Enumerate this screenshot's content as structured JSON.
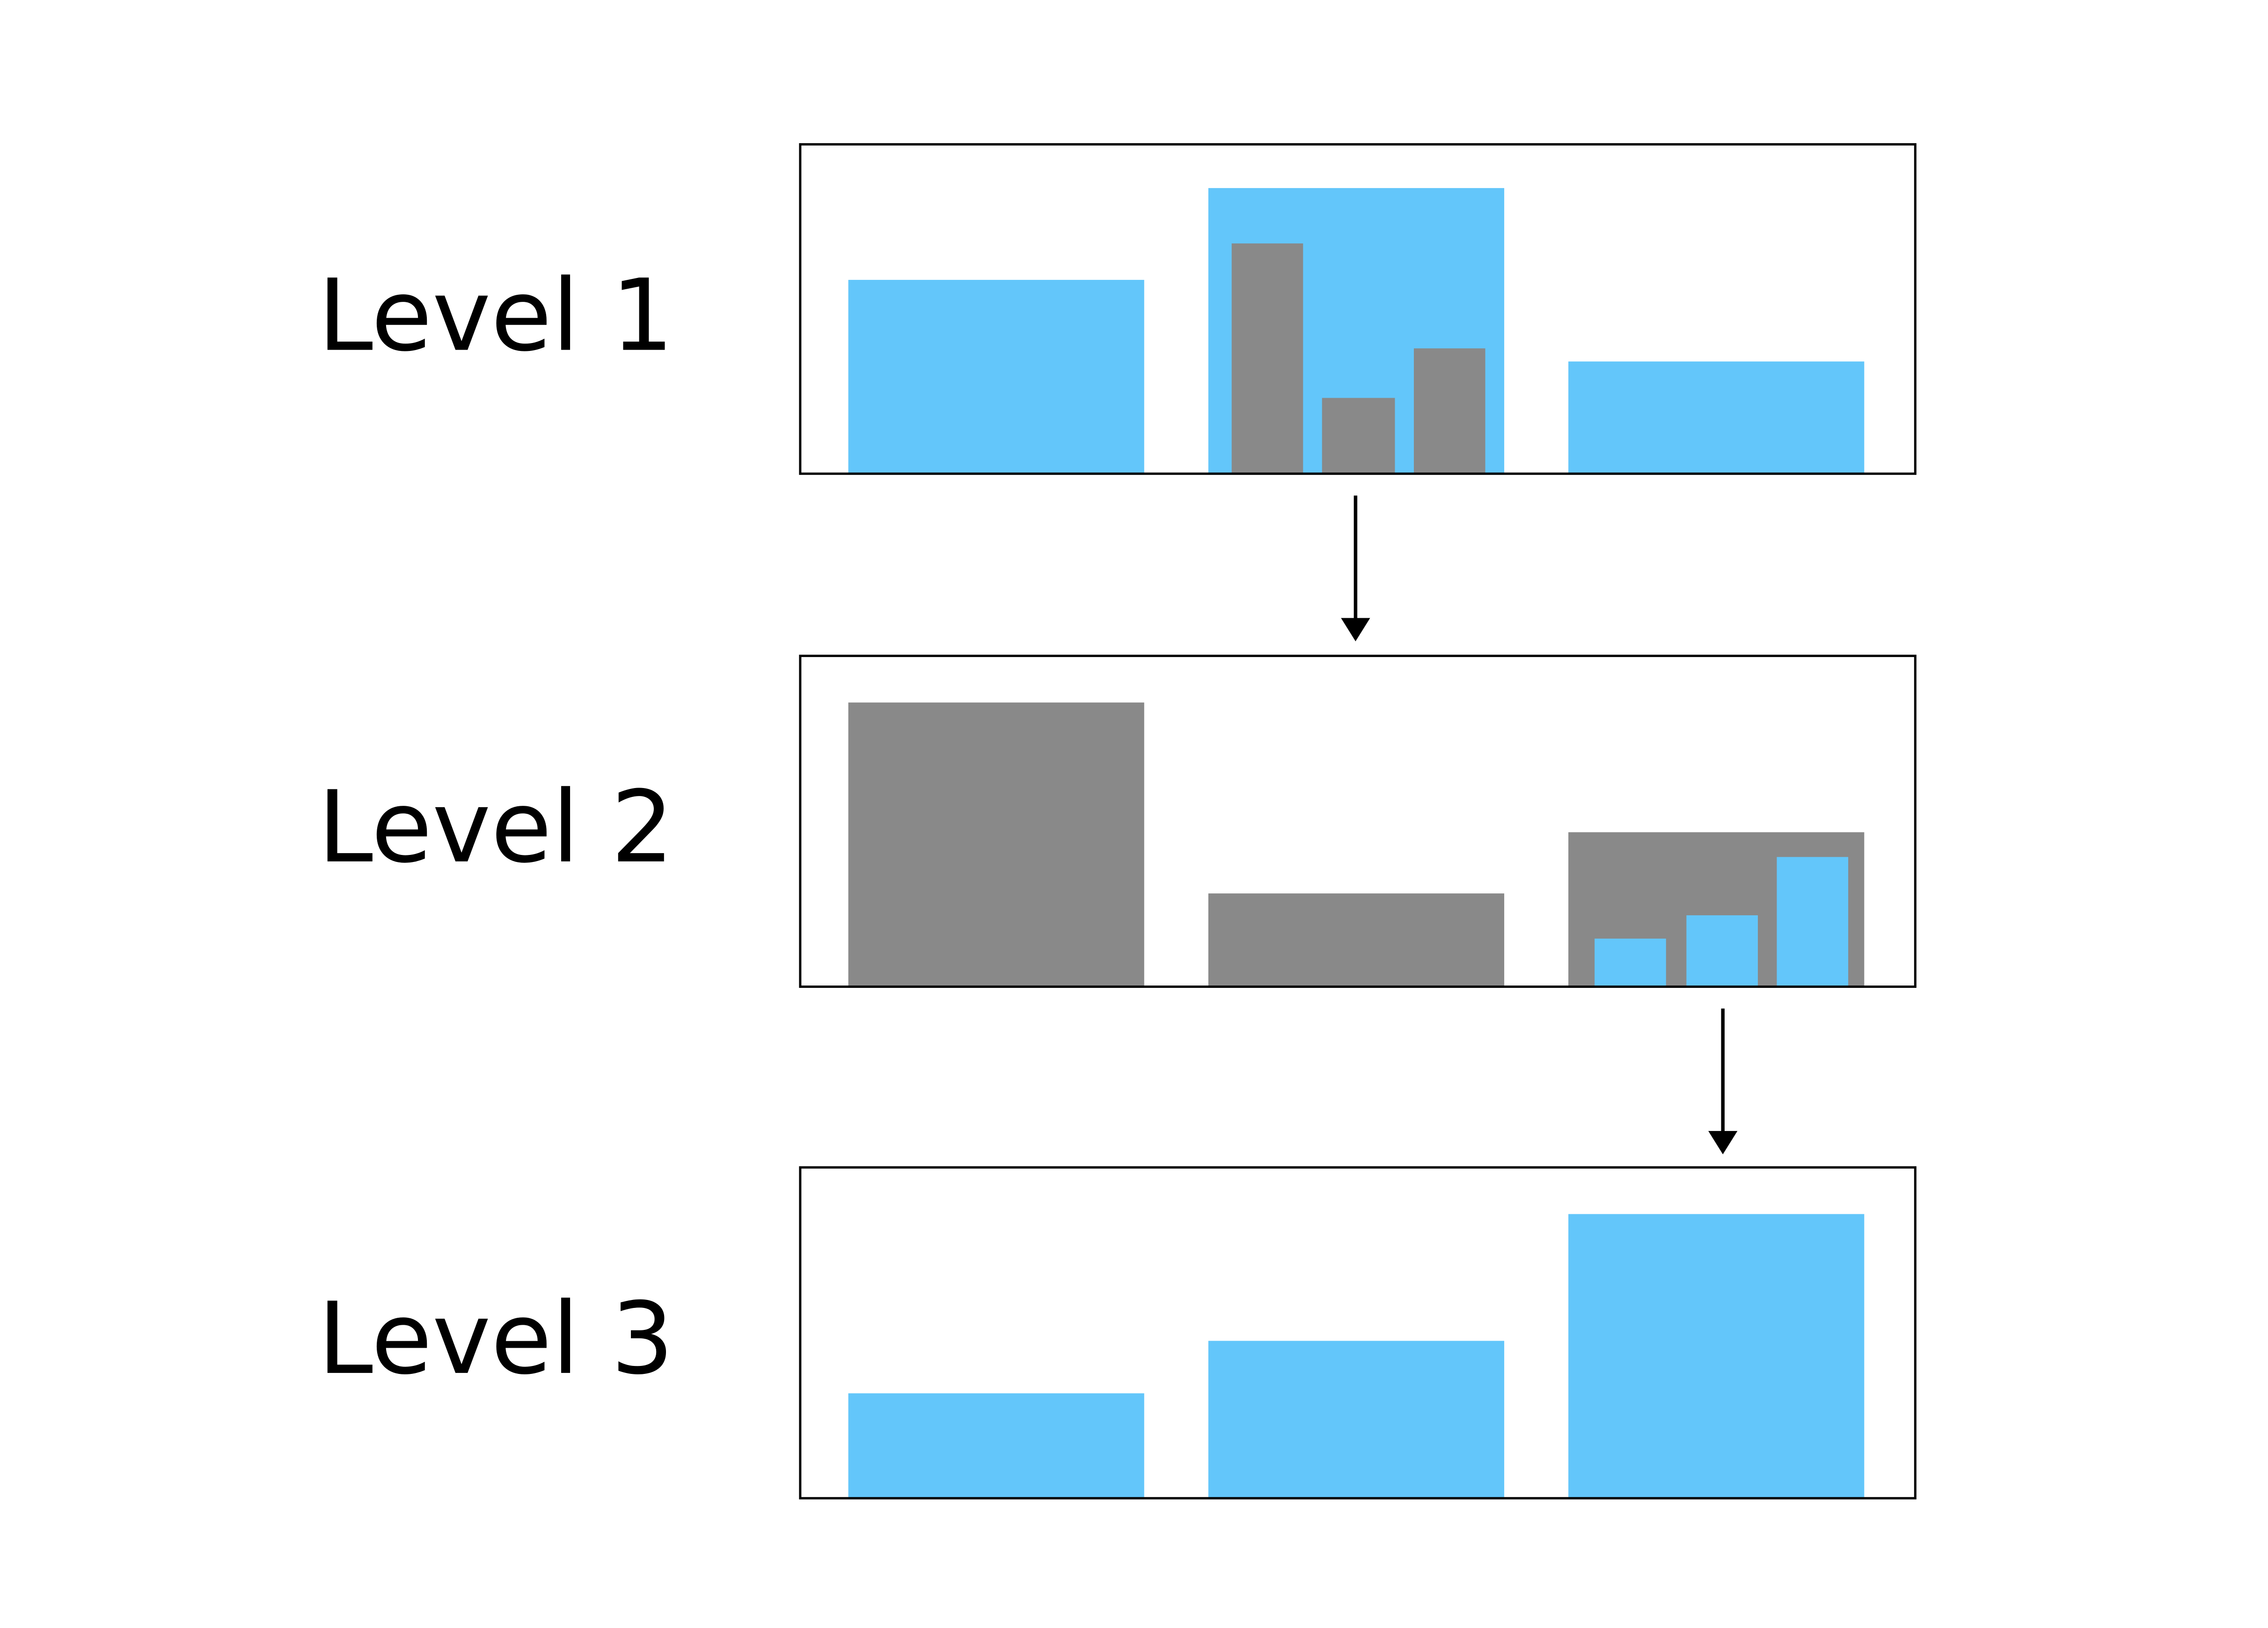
{
  "levels": [
    {
      "label": "Level 1"
    },
    {
      "label": "Level 2"
    },
    {
      "label": "Level 3"
    }
  ],
  "colors": {
    "blue": "#63C6FA",
    "gray": "#898989",
    "stroke": "#000000"
  }
}
